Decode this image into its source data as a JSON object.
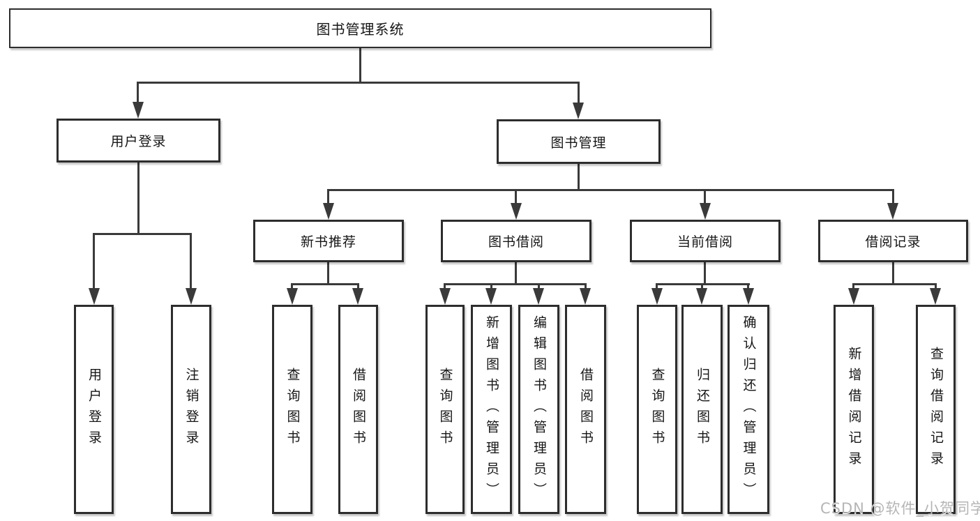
{
  "watermark": {
    "text": "CSDN @软件_小贺同学"
  },
  "colors": {
    "background": "#ffffff",
    "box_border": "#2d2d2d",
    "connector_line": "#3a3a3a",
    "text": "#161616",
    "watermark_text": "#b5b5b5"
  },
  "tree": {
    "label": "图书管理系统",
    "children": [
      {
        "label": "用户登录",
        "children": [
          {
            "label": "用户登录"
          },
          {
            "label": "注销登录"
          }
        ]
      },
      {
        "label": "图书管理",
        "children": [
          {
            "label": "新书推荐",
            "children": [
              {
                "label": "查询图书"
              },
              {
                "label": "借阅图书"
              }
            ]
          },
          {
            "label": "图书借阅",
            "children": [
              {
                "label": "查询图书"
              },
              {
                "label": "新增图书（管理员）"
              },
              {
                "label": "编辑图书（管理员）"
              },
              {
                "label": "借阅图书"
              }
            ]
          },
          {
            "label": "当前借阅",
            "children": [
              {
                "label": "查询图书"
              },
              {
                "label": "归还图书"
              },
              {
                "label": "确认归还（管理员）"
              }
            ]
          },
          {
            "label": "借阅记录",
            "children": [
              {
                "label": "新增借阅记录"
              },
              {
                "label": "查询借阅记录"
              }
            ]
          }
        ]
      }
    ]
  }
}
